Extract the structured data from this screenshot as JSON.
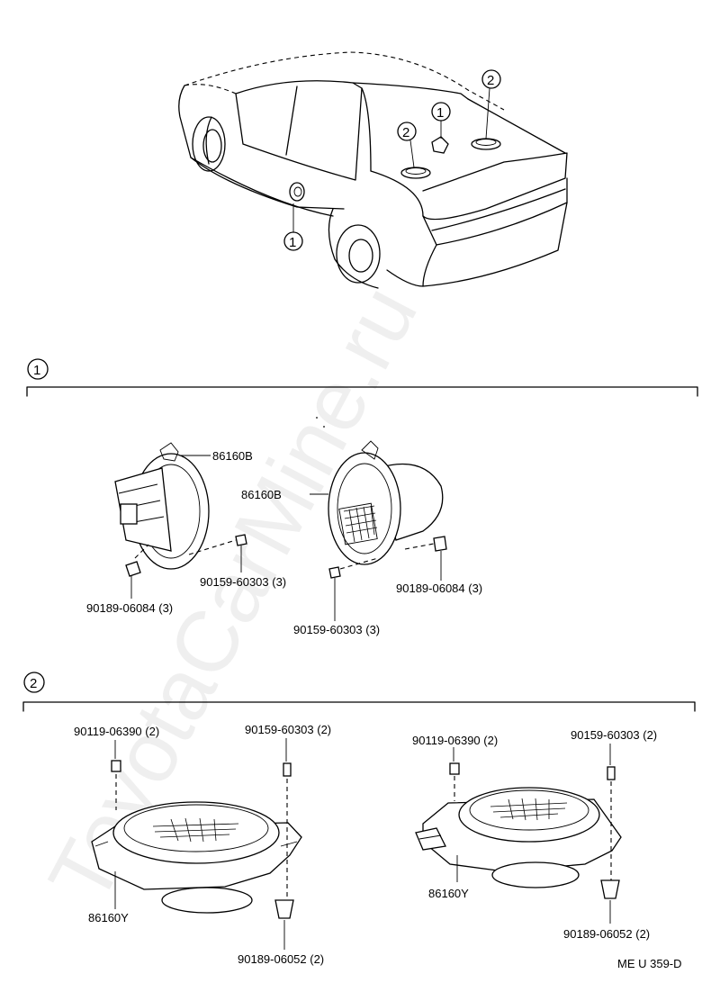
{
  "watermark": "ToyotaCarMine.ru",
  "diagram_code": "ME U 359-D",
  "overview": {
    "callout_1_front": "1",
    "callout_1_rear": "1",
    "callout_2_left": "2",
    "callout_2_right": "2"
  },
  "section_1": {
    "marker": "1",
    "labels": {
      "left_speaker": "86160B",
      "right_speaker": "86160B",
      "left_screw": "90159-60303 (3)",
      "left_nut": "90189-06084 (3)",
      "right_screw": "90159-60303 (3)",
      "right_nut": "90189-06084 (3)"
    }
  },
  "section_2": {
    "marker": "2",
    "labels": {
      "left_bolt": "90119-06390 (2)",
      "left_screw": "90159-60303 (2)",
      "left_speaker": "86160Y",
      "left_nut": "90189-06052 (2)",
      "right_bolt": "90119-06390 (2)",
      "right_screw": "90159-60303 (2)",
      "right_speaker": "86160Y",
      "right_nut": "90189-06052 (2)"
    }
  }
}
